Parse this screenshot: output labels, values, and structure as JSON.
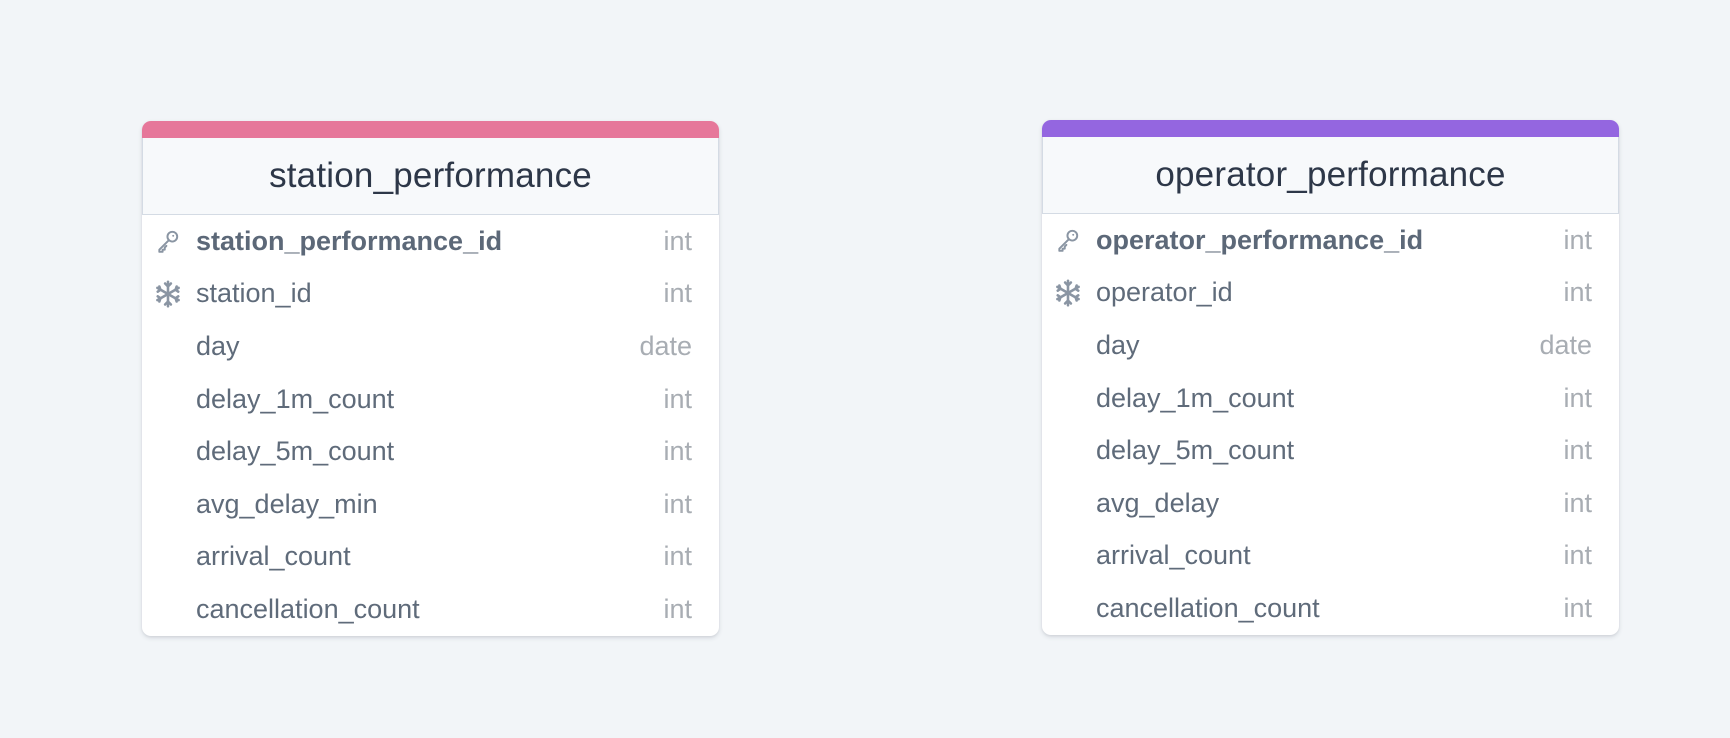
{
  "colors": {
    "background": "#f2f5f8",
    "station_accent": "#e6779a",
    "operator_accent": "#9466e0",
    "icon": "#8a95a3"
  },
  "tables": [
    {
      "title": "station_performance",
      "accent": "#e6779a",
      "fields": [
        {
          "name": "station_performance_id",
          "type": "int",
          "key": "primary",
          "icon": "key-icon"
        },
        {
          "name": "station_id",
          "type": "int",
          "key": "foreign",
          "icon": "snowflake-icon"
        },
        {
          "name": "day",
          "type": "date",
          "key": "none"
        },
        {
          "name": "delay_1m_count",
          "type": "int",
          "key": "none"
        },
        {
          "name": "delay_5m_count",
          "type": "int",
          "key": "none"
        },
        {
          "name": "avg_delay_min",
          "type": "int",
          "key": "none"
        },
        {
          "name": "arrival_count",
          "type": "int",
          "key": "none"
        },
        {
          "name": "cancellation_count",
          "type": "int",
          "key": "none"
        }
      ]
    },
    {
      "title": "operator_performance",
      "accent": "#9466e0",
      "fields": [
        {
          "name": "operator_performance_id",
          "type": "int",
          "key": "primary",
          "icon": "key-icon"
        },
        {
          "name": "operator_id",
          "type": "int",
          "key": "foreign",
          "icon": "snowflake-icon"
        },
        {
          "name": "day",
          "type": "date",
          "key": "none"
        },
        {
          "name": "delay_1m_count",
          "type": "int",
          "key": "none"
        },
        {
          "name": "delay_5m_count",
          "type": "int",
          "key": "none"
        },
        {
          "name": "avg_delay",
          "type": "int",
          "key": "none"
        },
        {
          "name": "arrival_count",
          "type": "int",
          "key": "none"
        },
        {
          "name": "cancellation_count",
          "type": "int",
          "key": "none"
        }
      ]
    }
  ]
}
